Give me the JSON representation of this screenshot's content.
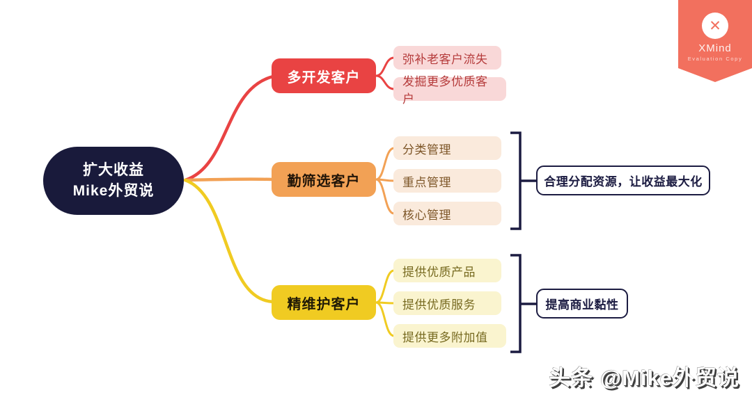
{
  "central": {
    "line1": "扩大收益",
    "line2": "Mike外贸说"
  },
  "branches": [
    {
      "label": "多开发客户",
      "children": [
        "弥补老客户流失",
        "发掘更多优质客户"
      ]
    },
    {
      "label": "勤筛选客户",
      "children": [
        "分类管理",
        "重点管理",
        "核心管理"
      ],
      "summary": "合理分配资源，让收益最大化"
    },
    {
      "label": "精维护客户",
      "children": [
        "提供优质产品",
        "提供优质服务",
        "提供更多附加值"
      ],
      "summary": "提高商业黏性"
    }
  ],
  "badge": {
    "app": "XMind",
    "subtitle": "Evaluation Copy",
    "logo_glyph": "✕"
  },
  "watermark": "头条 @Mike外贸说",
  "colors": {
    "central_bg": "#191a3b",
    "branch_red": "#e94343",
    "branch_orange": "#f2a155",
    "branch_yellow": "#f0cb22",
    "child_pink_bg": "#f9d8d8",
    "child_pink_text": "#b53b3b",
    "child_peach_bg": "#faeadc",
    "child_peach_text": "#7d5628",
    "child_lightyellow_bg": "#faf4cf",
    "child_lightyellow_text": "#776a20",
    "outline_navy": "#1b1b41",
    "badge_coral": "#f2705e",
    "canvas_bg": "#ffffff"
  }
}
